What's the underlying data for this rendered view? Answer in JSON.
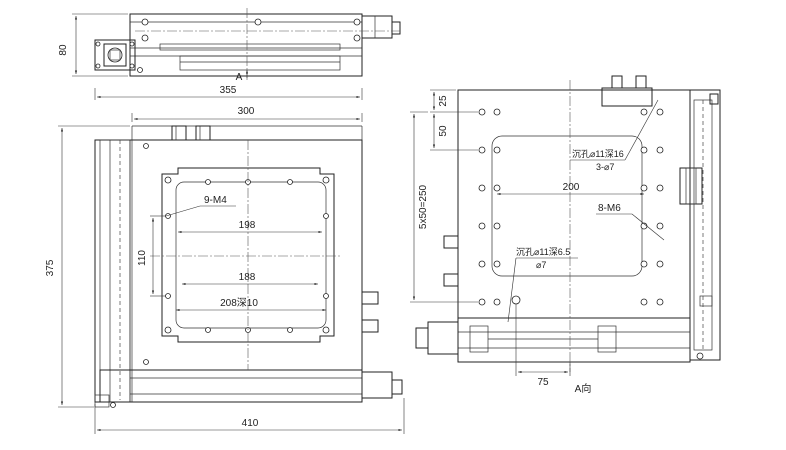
{
  "drawing": {
    "top_view": {
      "dim_height": "80",
      "view_marker": "A"
    },
    "front_view": {
      "dim_355": "355",
      "dim_300": "300",
      "dim_375": "375",
      "dim_410": "410",
      "dim_110": "110",
      "dim_198": "198",
      "dim_188": "188",
      "label_9m4": "9-M4",
      "label_208": "208深10"
    },
    "side_view": {
      "dim_25": "25",
      "dim_50": "50",
      "dim_5x50": "5x50=250",
      "dim_200": "200",
      "dim_75": "75",
      "label_cbore16": "沉孔⌀11深16",
      "label_3d7": "3-⌀7",
      "label_8m6": "8-M6",
      "label_cbore65": "沉孔⌀11深6.5",
      "label_d7": "⌀7",
      "view_label": "A向"
    }
  }
}
